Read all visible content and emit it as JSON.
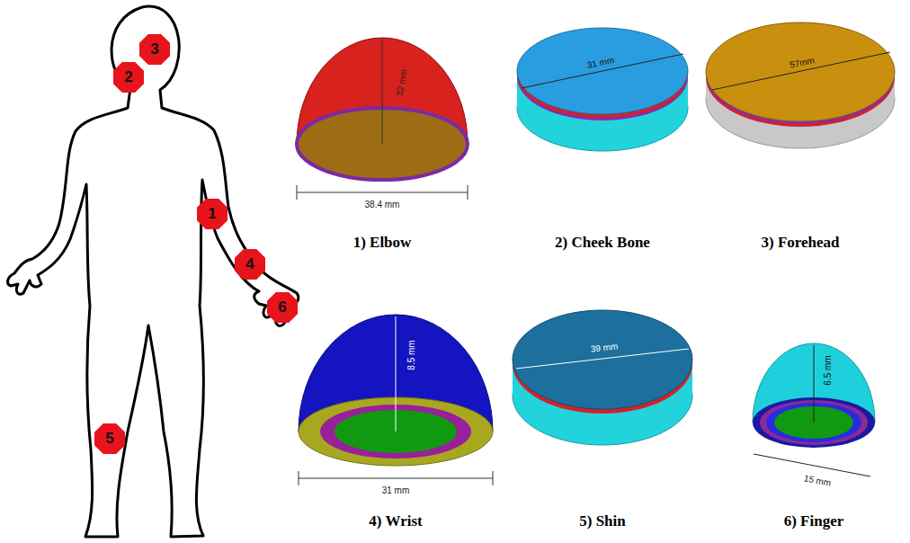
{
  "diagram": {
    "nodes": [
      {
        "text": [
          "3"
        ]
      },
      {
        "text": [
          "2"
        ]
      },
      {
        "text": [
          "1"
        ]
      },
      {
        "text": [
          "4"
        ]
      },
      {
        "text": [
          "6"
        ]
      },
      {
        "text": [
          "5"
        ]
      }
    ],
    "labels": [
      "32 mm",
      "38.4 mm",
      "1) Elbow",
      "31 mm",
      "2) Cheek Bone",
      "57mm",
      "3) Forehead",
      "8.5 mm",
      "31 mm",
      "4) Wrist",
      "39 mm",
      "5) Shin",
      "6.5 mm",
      "15 mm",
      "6) Finger"
    ]
  }
}
